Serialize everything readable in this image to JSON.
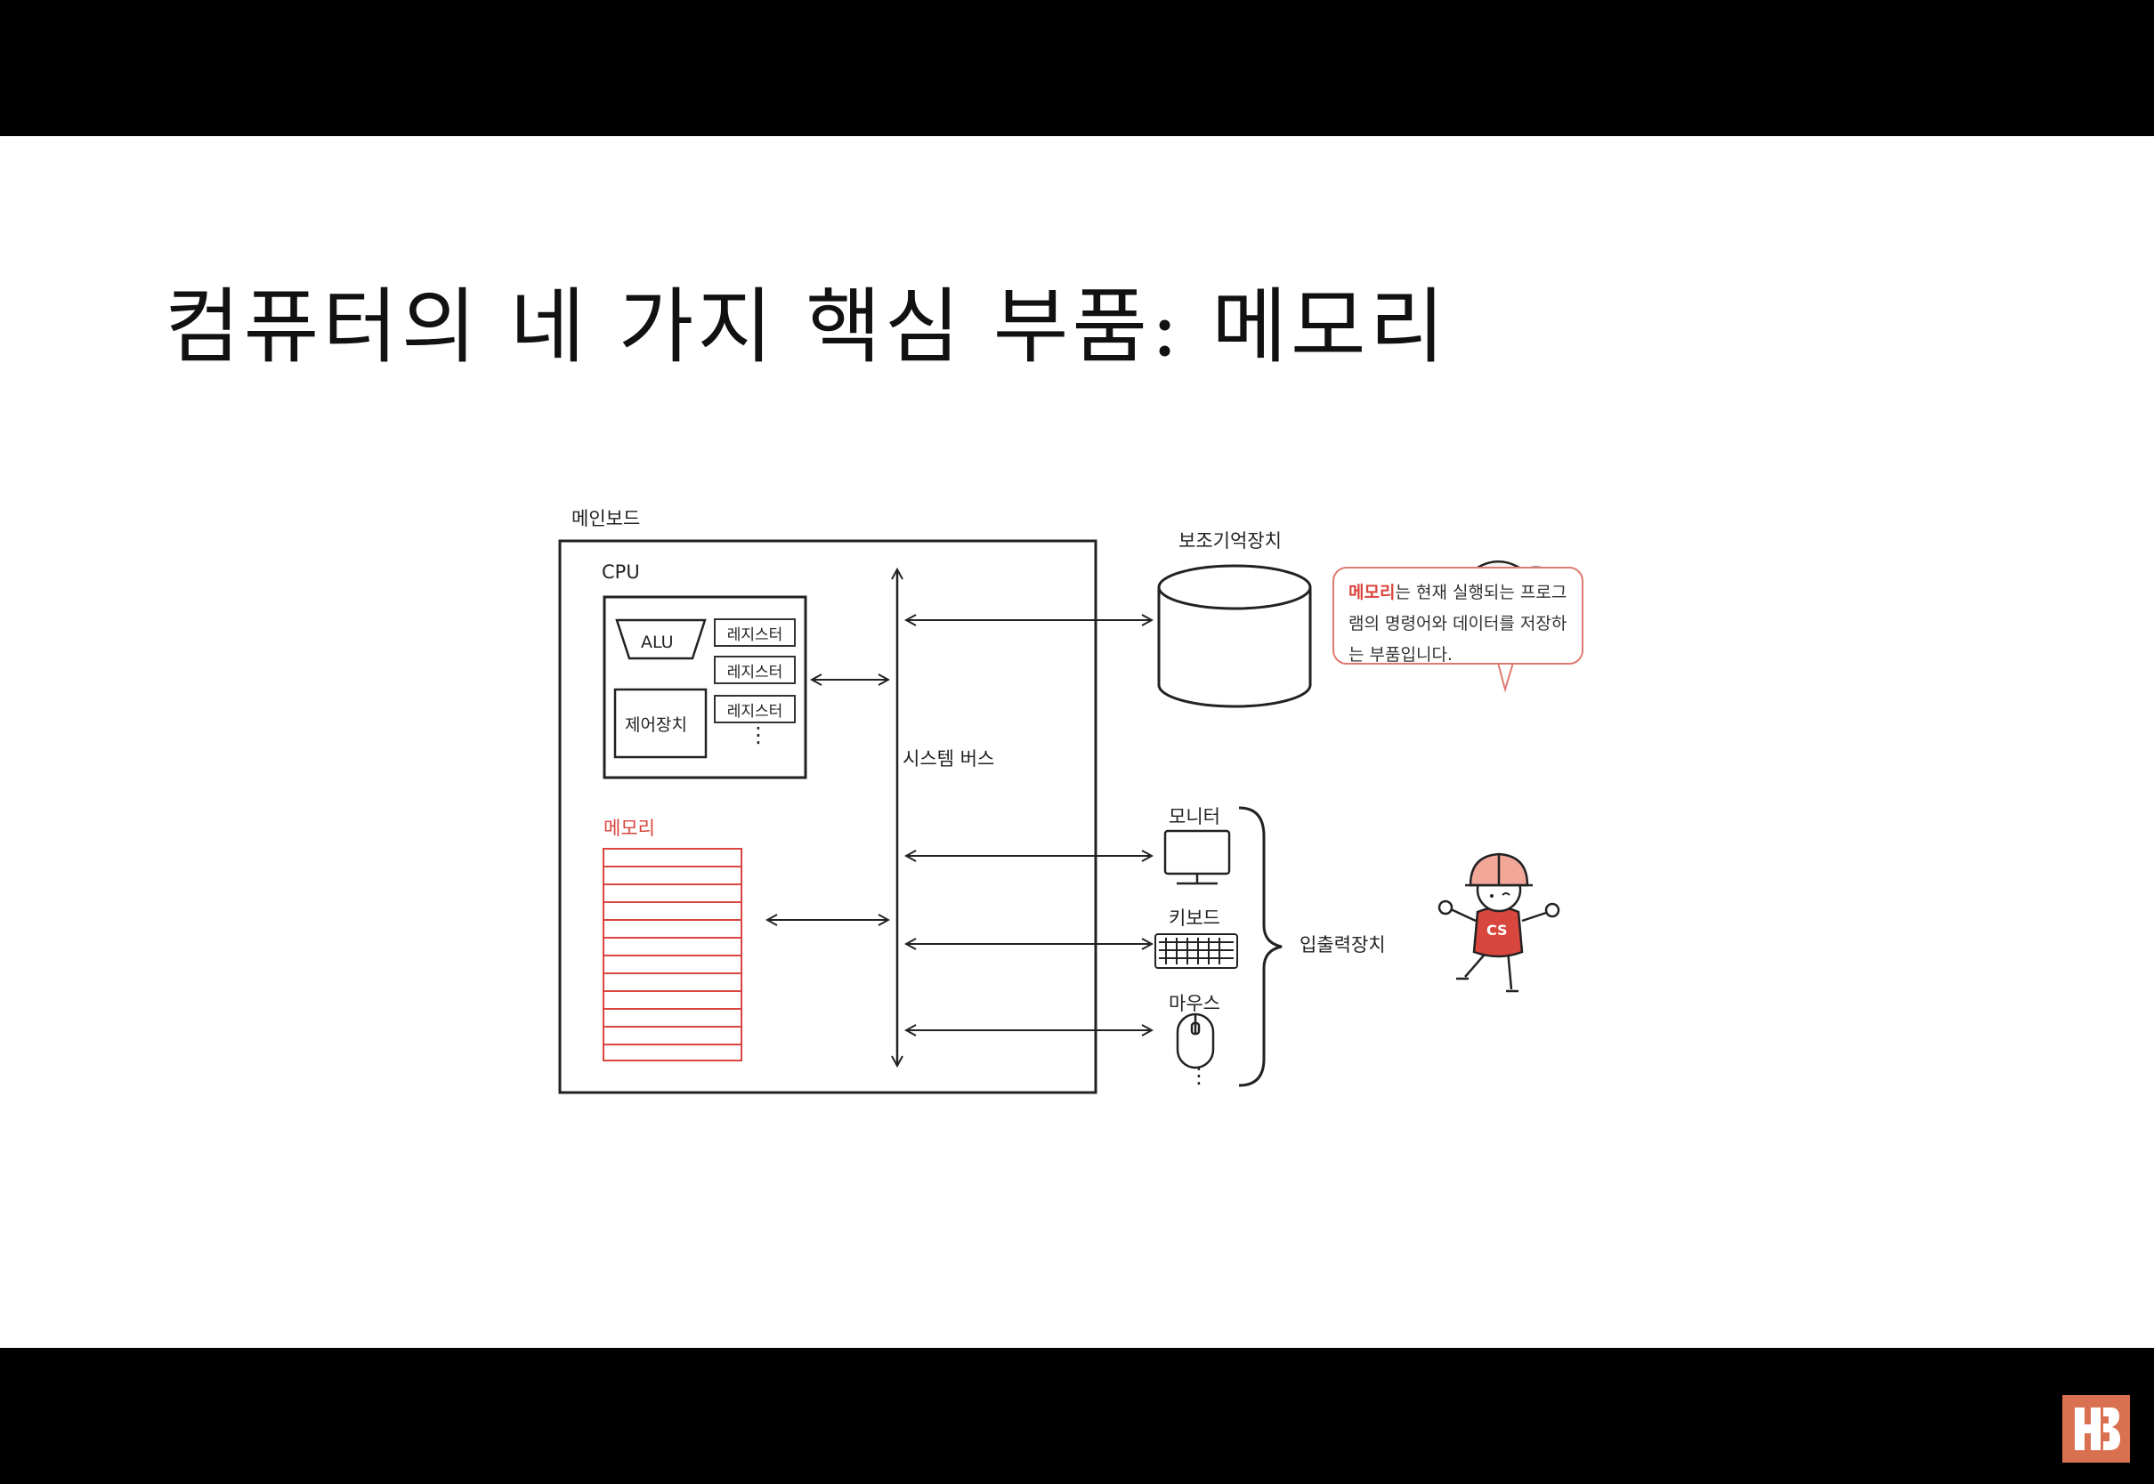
{
  "title": "컴퓨터의 네 가지 핵심 부품: 메모리",
  "diagram": {
    "mainboard_label": "메인보드",
    "cpu_label": "CPU",
    "alu_label": "ALU",
    "register_label": "레지스터",
    "control_unit_label": "제어장치",
    "memory_label": "메모리",
    "system_bus_label": "시스템 버스",
    "secondary_storage_label": "보조기억장치",
    "monitor_label": "모니터",
    "keyboard_label": "키보드",
    "mouse_label": "마우스",
    "io_devices_label": "입출력장치",
    "mascot_badge": "CS",
    "ellipsis": "⋮"
  },
  "speech_bubble": {
    "highlight": "메모리",
    "text": "는 현재 실행되는 프로그램의 명령어와 데이터를 저장하는 부품입니다."
  },
  "colors": {
    "accent_red": "#d9463e",
    "logo_orange": "#d9704f"
  },
  "logo_icon": "hb-logo-icon"
}
